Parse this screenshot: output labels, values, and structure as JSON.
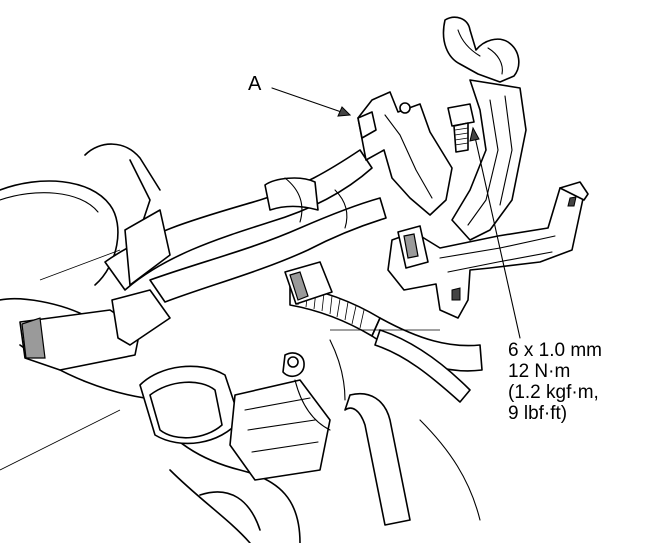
{
  "callout_a": {
    "text": "A"
  },
  "torque_spec": {
    "lines": [
      "6 x 1.0 mm",
      "12 N·m",
      "(1.2 kgf·m,",
      "9 lbf·ft)"
    ]
  },
  "colors": {
    "ink": "#000000",
    "paper": "#ffffff",
    "shade": "#9a9a9a"
  }
}
